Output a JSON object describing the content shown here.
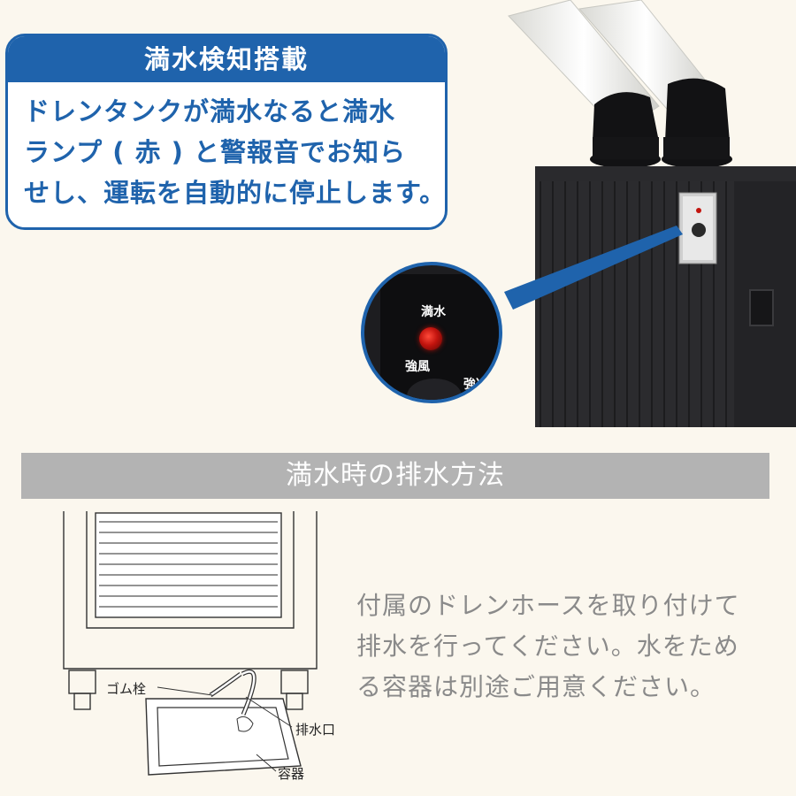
{
  "callout": {
    "title": "満水検知搭載",
    "lines": [
      "ドレンタンクが満水なると満水",
      "ランプ ( 赤 ) と警報音でお知ら",
      "せし、運転を自動的に停止します。"
    ]
  },
  "panel_zoom": {
    "label_full": "満水",
    "label_strong_wind": "強風",
    "label_strong_cool": "強冷"
  },
  "drain_section": {
    "title": "満水時の排水方法",
    "labels": {
      "rubber_plug": "ゴム栓",
      "drain_outlet": "排水口",
      "container": "容器"
    },
    "description_lines": [
      "付属のドレンホースを取り付けて",
      "排水を行ってください。水をため",
      "る容器は別途ご用意ください。"
    ]
  },
  "colors": {
    "accent_blue": "#1f63ac",
    "section_gray": "#b3b3b3",
    "description_gray": "#8a8a8a",
    "led_red": "#c2140e"
  }
}
